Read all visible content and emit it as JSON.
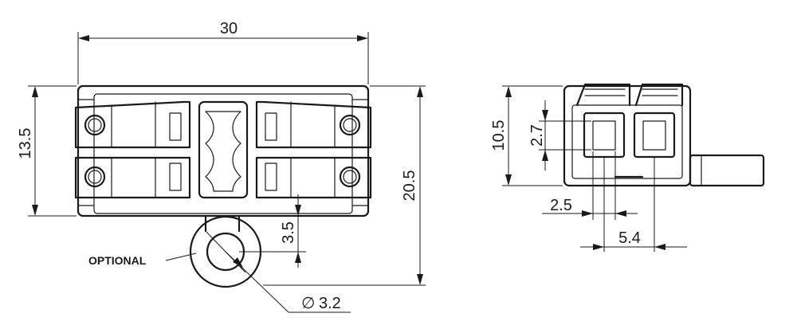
{
  "dimensions": {
    "overall_width": "30",
    "body_height": "13.5",
    "overall_height": "20.5",
    "tab_offset": "3.5",
    "hole_diameter": "3.2",
    "side_height": "10.5",
    "contact_height": "2.7",
    "contact_width": "2.5",
    "contact_pitch": "5.4"
  },
  "labels": {
    "optional": "OPTIONAL"
  },
  "symbols": {
    "diameter": "∅"
  }
}
